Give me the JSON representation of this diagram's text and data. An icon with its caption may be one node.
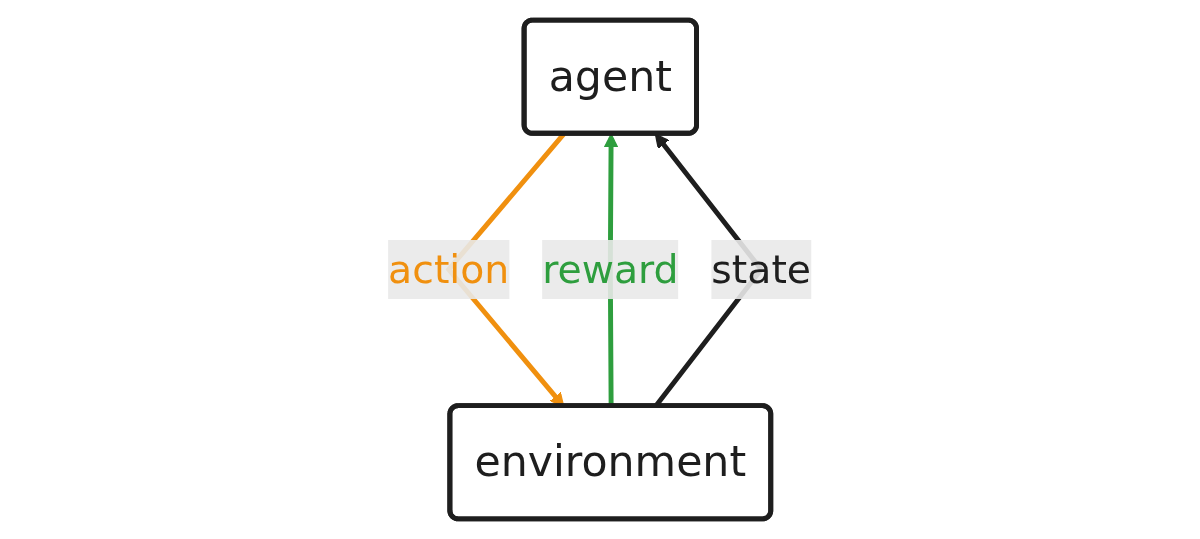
{
  "diagram": {
    "nodes": [
      {
        "text": [
          "agent"
        ]
      },
      {
        "text": [
          "environment"
        ]
      }
    ],
    "edges": [
      {
        "from": 0,
        "to": 1,
        "arrow": "to",
        "label": "action",
        "color": "#f0900f"
      },
      {
        "from": 1,
        "to": 0,
        "arrow": "to",
        "label": "reward",
        "color": "#2e9e3e"
      },
      {
        "from": 1,
        "to": 0,
        "arrow": "to",
        "label": "state",
        "color": "#1e1e1e"
      }
    ]
  }
}
